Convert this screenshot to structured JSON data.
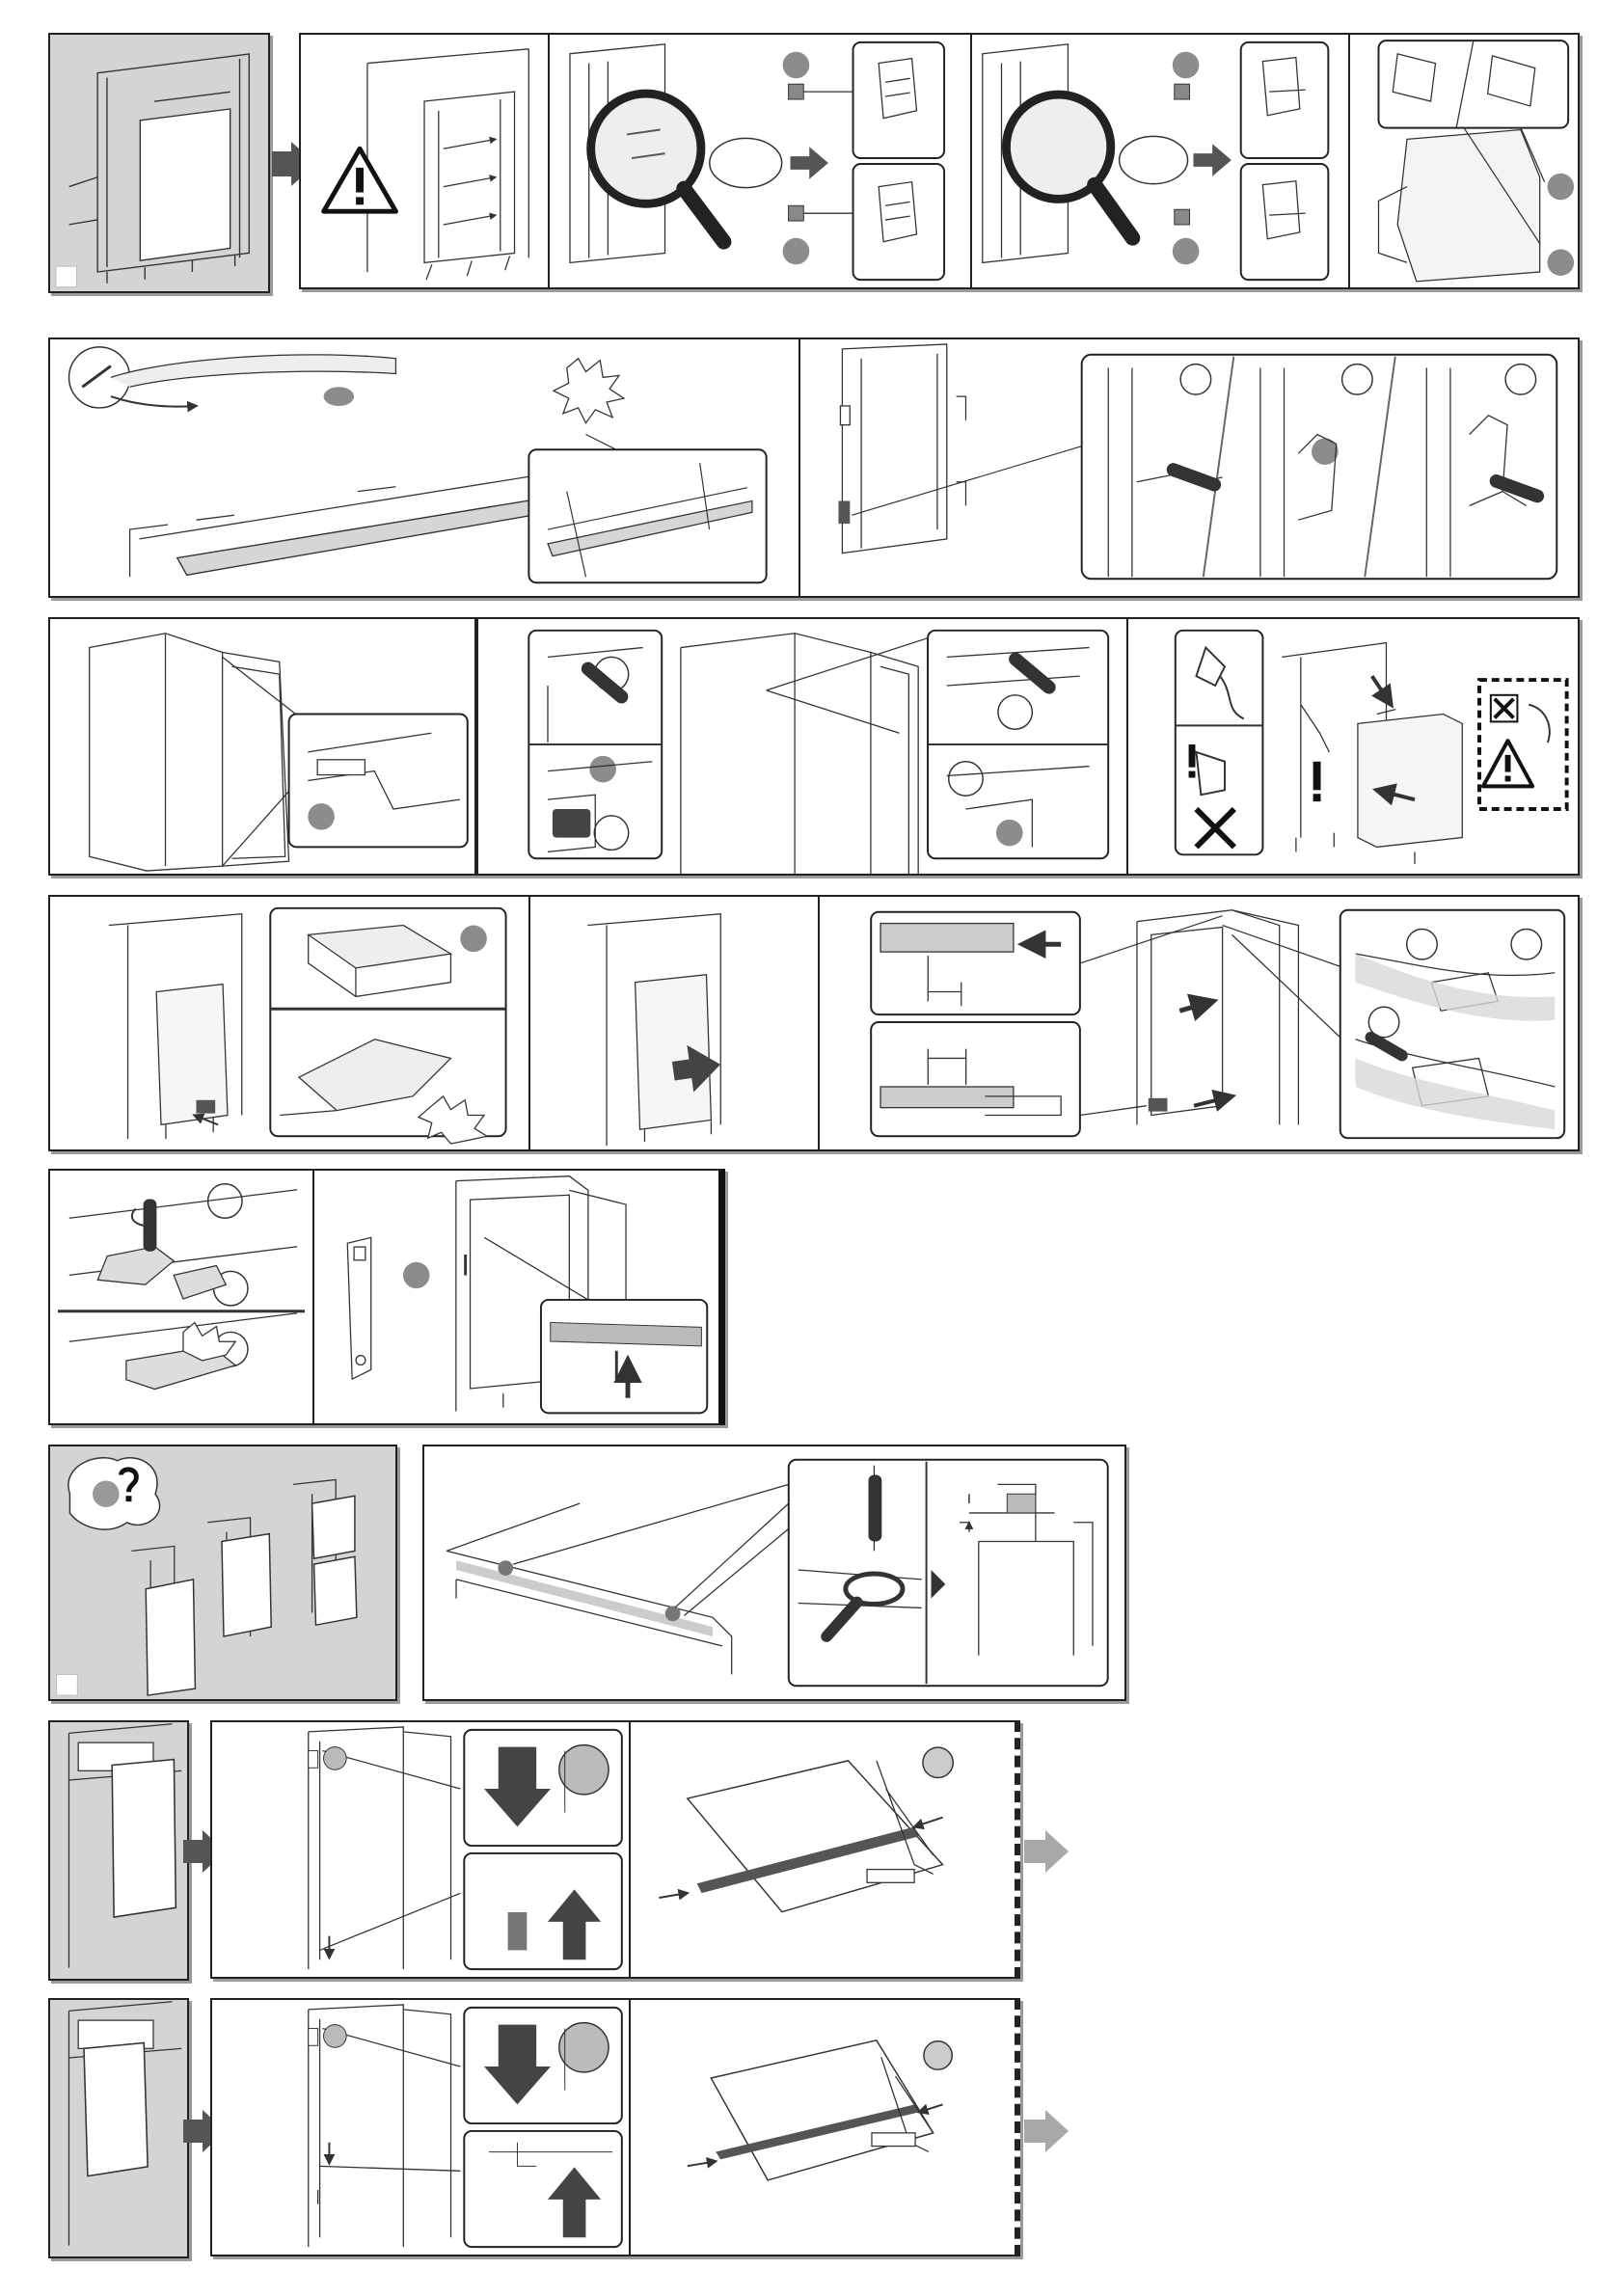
{
  "colors": {
    "panel_border": "#222222",
    "panel_shadow": "#9a9a9a",
    "grey_panel": "#d4d4d4",
    "callout_badge": "#8c8c8c",
    "arrow_fill": "#555555",
    "flow_arrow_light": "#a8a8a8"
  },
  "icons": {
    "warning": "warning-triangle-icon",
    "magnifier": "magnifier-icon",
    "screwdriver": "screwdriver-icon",
    "plug": "power-plug-icon",
    "no_plug": "crossed-plug-icon",
    "exclamation": "exclamation-icon",
    "thinking_person": "question-person-icon",
    "flow_arrow": "right-arrow-icon"
  },
  "rows": [
    {
      "name": "row-1-niche-and-hinges",
      "panels": 5
    },
    {
      "name": "row-2-rail-and-door-hooks",
      "panels": 2
    },
    {
      "name": "row-3-door-fitting-and-power",
      "panels": 3
    },
    {
      "name": "row-4-base-and-alignment",
      "panels": 3
    },
    {
      "name": "row-5-fixing",
      "panels": 2
    },
    {
      "name": "row-6-door-options-and-height",
      "panels": 2
    },
    {
      "name": "row-7-single-door-front",
      "panels": 3
    },
    {
      "name": "row-8-lower-door-front",
      "panels": 3
    }
  ]
}
